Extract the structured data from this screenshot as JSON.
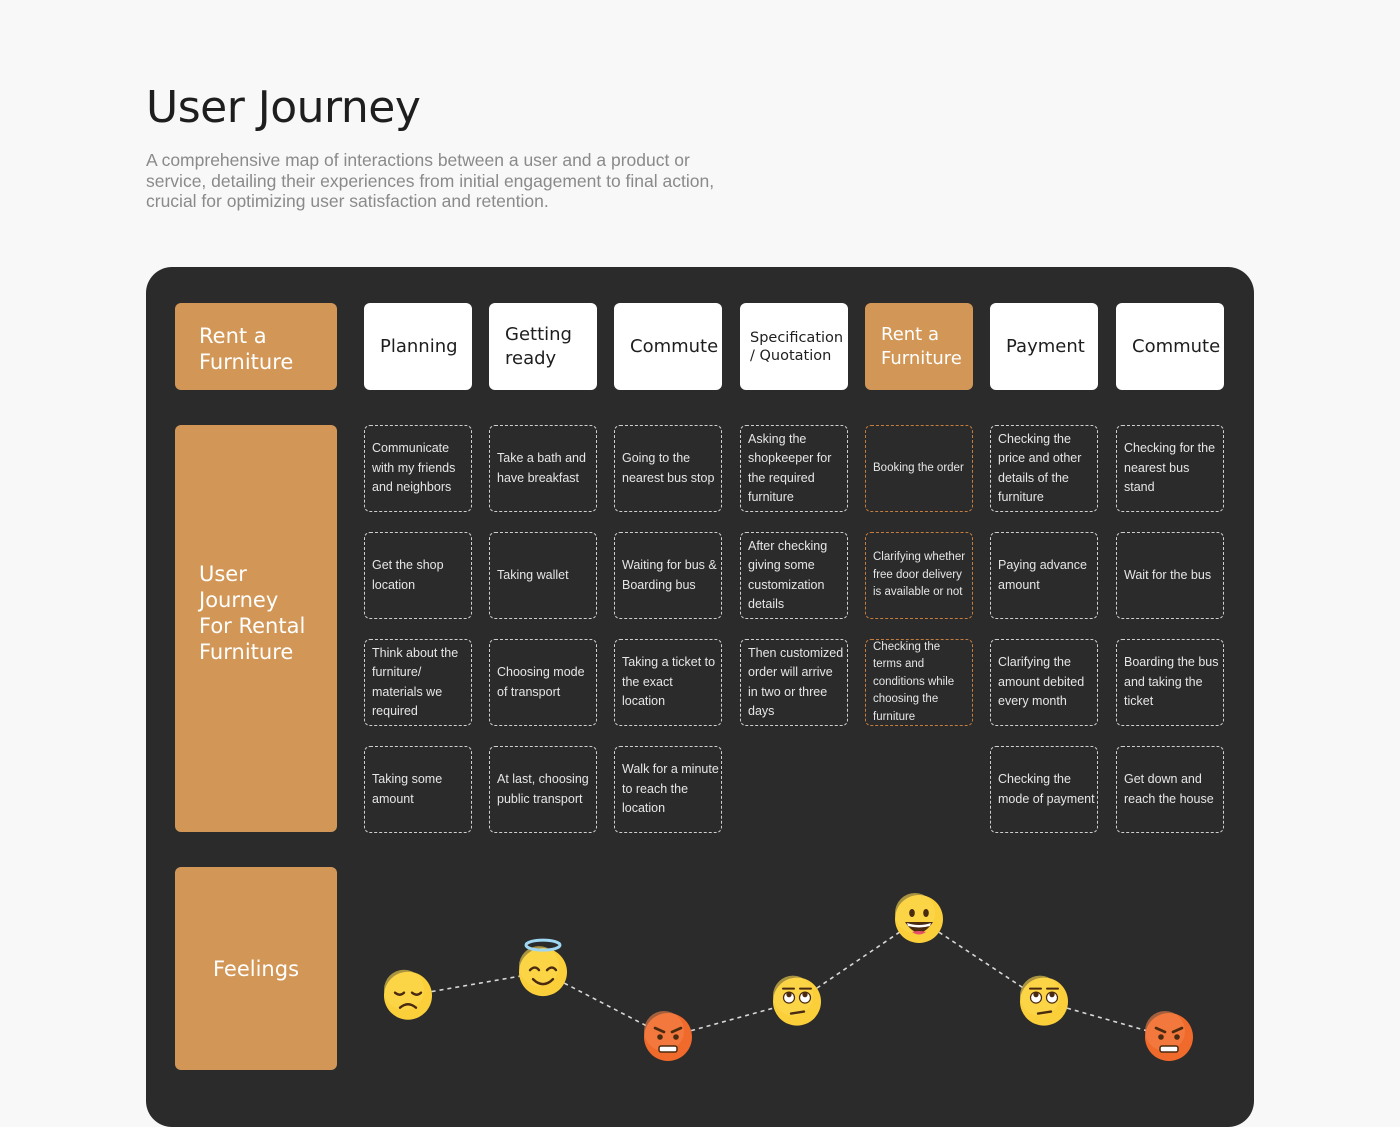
{
  "header": {
    "title": "User Journey",
    "subtitle": "A comprehensive map of interactions between a user and a product or service, detailing their experiences from initial engagement to final action, crucial for optimizing user satisfaction and retention."
  },
  "rows": {
    "top": "Rent a Furniture",
    "middle": "User Journey For Rental Furniture",
    "bottom": "Feelings"
  },
  "stages": [
    {
      "label": "Planning",
      "highlight": false,
      "steps": [
        "Communicate with my  friends and neighbors",
        "Get the shop location",
        "Think about the furniture/ materials we required",
        "Taking some amount"
      ]
    },
    {
      "label": "Getting ready",
      "highlight": false,
      "steps": [
        "Take a bath and have breakfast",
        "Taking wallet",
        "Choosing mode of transport",
        "At last, choosing public transport"
      ]
    },
    {
      "label": "Commute",
      "highlight": false,
      "steps": [
        "Going to the nearest bus stop",
        "Waiting for bus & Boarding bus",
        "Taking a ticket to the exact location",
        "Walk for a minute to reach the location"
      ]
    },
    {
      "label": "Specification / Quotation",
      "highlight": false,
      "steps": [
        "Asking the shopkeeper for the required furniture",
        "After checking giving some customization details",
        "Then customized order will arrive in two or three days"
      ]
    },
    {
      "label": "Rent a Furniture",
      "highlight": true,
      "steps": [
        "Booking the order",
        "Clarifying whether free door delivery is available or not",
        "Checking the terms and conditions while choosing the furniture"
      ]
    },
    {
      "label": "Payment",
      "highlight": false,
      "steps": [
        "Checking the price and other details of the furniture",
        "Paying advance amount",
        "Clarifying the amount debited every month",
        "Checking the mode of payment"
      ]
    },
    {
      "label": "Commute",
      "highlight": false,
      "steps": [
        "Checking for the nearest bus stand",
        "Wait for the bus",
        "Boarding the bus and taking the ticket",
        "Get down and reach the house"
      ]
    }
  ],
  "feelings": [
    {
      "mood": "sad",
      "level": 0.35
    },
    {
      "mood": "angelic",
      "level": 0.55
    },
    {
      "mood": "angry",
      "level": 0.0
    },
    {
      "mood": "eye-roll",
      "level": 0.3
    },
    {
      "mood": "grinning",
      "level": 1.0
    },
    {
      "mood": "eye-roll",
      "level": 0.3
    },
    {
      "mood": "angry",
      "level": 0.0
    }
  ],
  "colors": {
    "board": "#2b2b2b",
    "accent": "#d29757",
    "emoji_yellow": "#fbcf3a",
    "emoji_angry": "#f06a2b"
  }
}
